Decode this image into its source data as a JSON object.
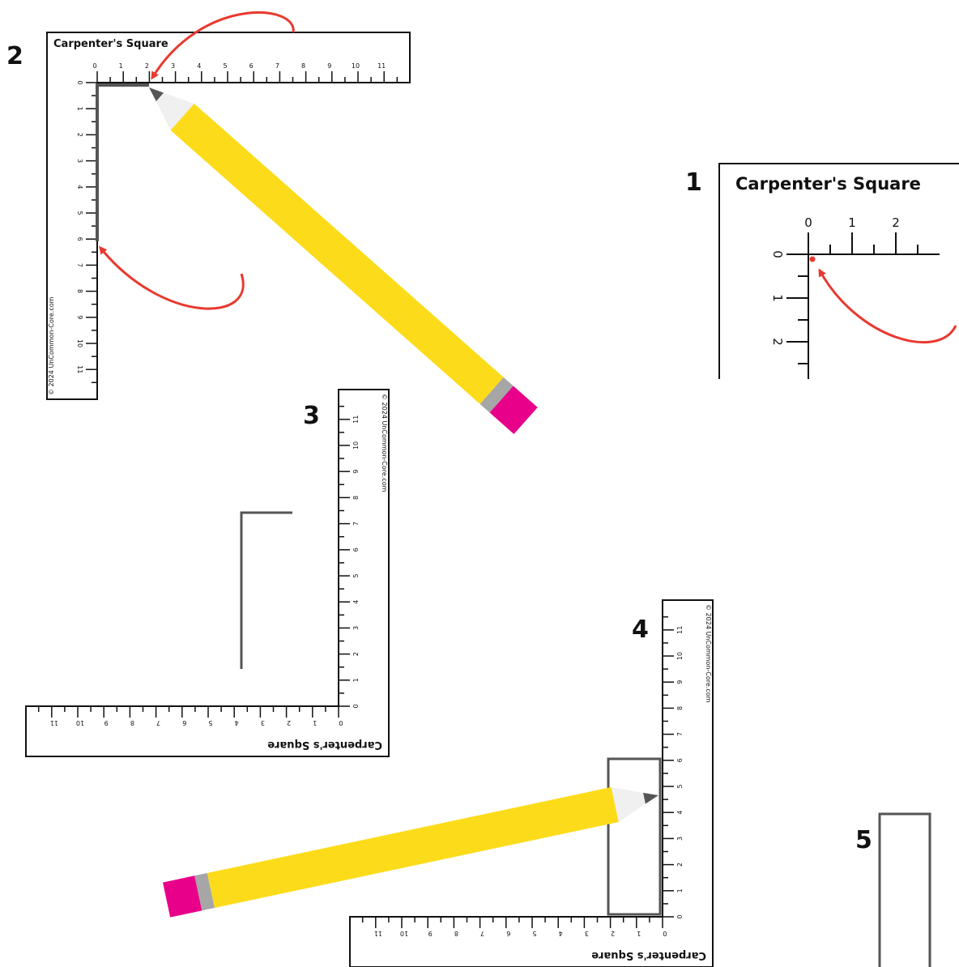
{
  "steps": [
    {
      "number": "1",
      "title": "Carpenter's Square",
      "labels": [
        "0",
        "1",
        "2"
      ]
    },
    {
      "number": "2",
      "title": "Carpenter's Square",
      "copyright": "© 2024 UnCommon-Core.com"
    },
    {
      "number": "3",
      "title": "Carpenter's Square",
      "copyright": "© 2024 UnCommon-Core.com"
    },
    {
      "number": "4",
      "title": "Carpenter's Square",
      "copyright": "© 2024 UnCommon-Core.com"
    },
    {
      "number": "5"
    }
  ],
  "square": {
    "labels": [
      "0",
      "1",
      "2",
      "3",
      "4",
      "5",
      "6",
      "7",
      "8",
      "9",
      "10",
      "11"
    ]
  },
  "colors": {
    "arrow": "#e8392f",
    "pencil_body": "#fcdc1a",
    "eraser": "#e8008a",
    "ferrule": "#a6a6a6",
    "tip": "#555555",
    "wood": "#f0f0f0",
    "drawn_line": "#555555"
  }
}
